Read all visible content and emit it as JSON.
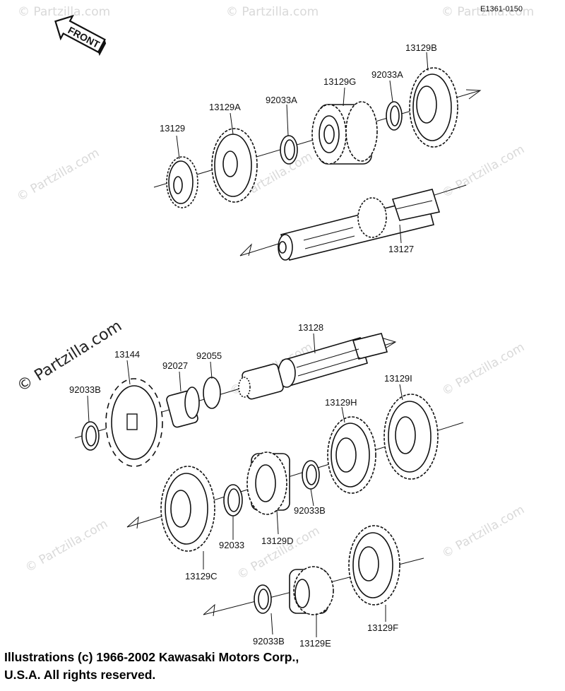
{
  "diagram_code": "E1361-0150",
  "front_label": "FRONT",
  "watermark": "© Partzilla.com",
  "parts": {
    "p13129": "13129",
    "p13129A": "13129A",
    "p92033A_1": "92033A",
    "p13129G": "13129G",
    "p92033A_2": "92033A",
    "p13129B": "13129B",
    "p13127": "13127",
    "p13128": "13128",
    "p13144": "13144",
    "p92027": "92027",
    "p92055": "92055",
    "p92033B_1": "92033B",
    "p13129I": "13129I",
    "p13129H": "13129H",
    "p92033B_2": "92033B",
    "p13129C": "13129C",
    "p92033": "92033",
    "p13129D": "13129D",
    "p92033B_3": "92033B",
    "p13129E": "13129E",
    "p13129F": "13129F"
  },
  "copyright": "Illustrations (c) 1966-2002 Kawasaki Motors Corp., U.S.A.  All rights reserved."
}
